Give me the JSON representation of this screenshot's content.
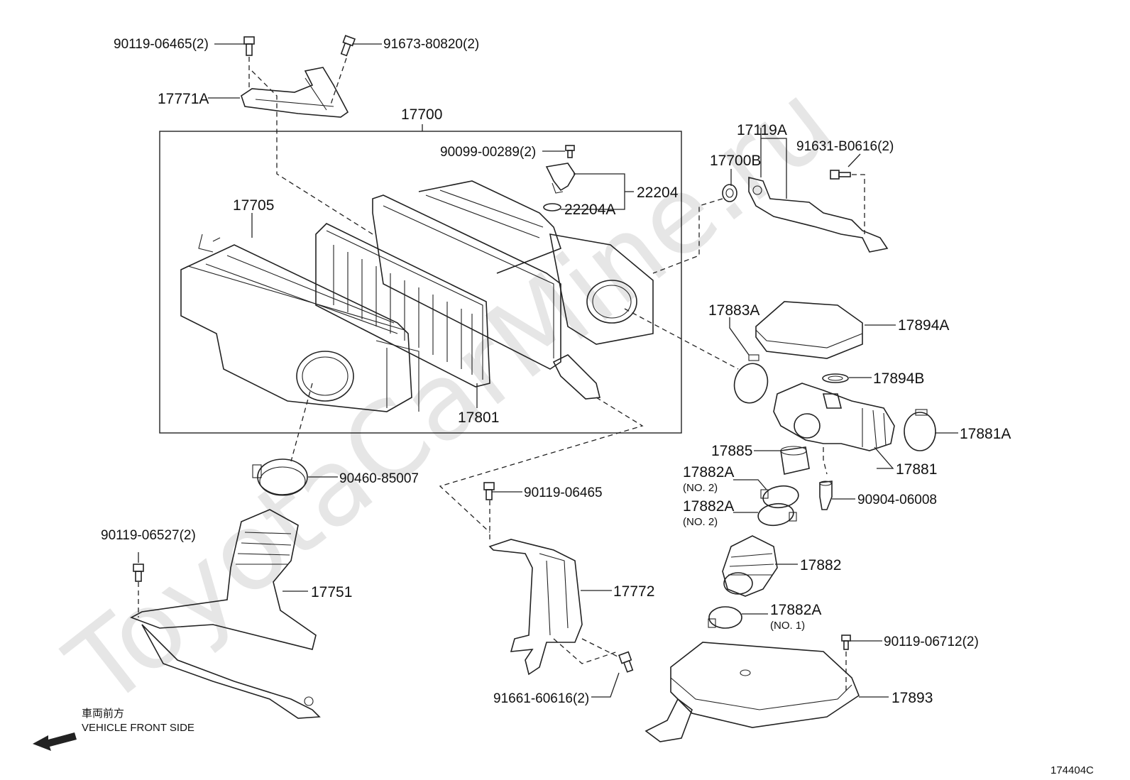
{
  "watermark": "ToyotaCarMine.ru",
  "diagram_id": "174404C",
  "front_side": {
    "jp": "車両前方",
    "en": "VEHICLE FRONT SIDE"
  },
  "labels": {
    "p90119_06465_2": "90119-06465(2)",
    "p91673_80820_2": "91673-80820(2)",
    "p17771A": "17771A",
    "p17700": "17700",
    "p90099_00289_2": "90099-00289(2)",
    "p22204": "22204",
    "p22204A": "22204A",
    "p17705": "17705",
    "p17801": "17801",
    "p17119A": "17119A",
    "p17700B": "17700B",
    "p91631_B0616_2": "91631-B0616(2)",
    "p17883A": "17883A",
    "p17894A": "17894A",
    "p17894B": "17894B",
    "p17881A": "17881A",
    "p17885": "17885",
    "p17881": "17881",
    "p17882A_1": "17882A",
    "no2_1": "(NO. 2)",
    "p17882A_2": "17882A",
    "no2_2": "(NO. 2)",
    "p90904_06008": "90904-06008",
    "p17882": "17882",
    "p17882A_3": "17882A",
    "no1": "(NO. 1)",
    "p90119_06712_2": "90119-06712(2)",
    "p17893": "17893",
    "p90460_85007": "90460-85007",
    "p90119_06465": "90119-06465",
    "p90119_06527_2": "90119-06527(2)",
    "p17751": "17751",
    "p17772": "17772",
    "p91661_60616_2": "91661-60616(2)"
  }
}
